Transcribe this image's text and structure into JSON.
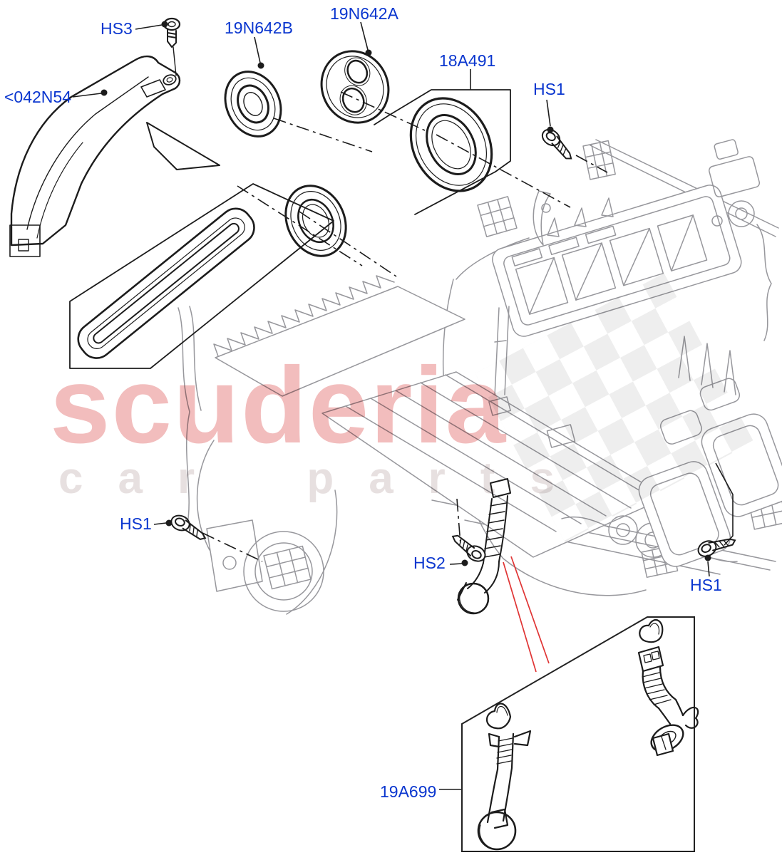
{
  "diagram": {
    "background": "#ffffff",
    "colors": {
      "part_code_blue": "#0a36cf",
      "outline_black": "#1c1c1c",
      "outline_gray": "#97979c",
      "pointer_red": "#e03434",
      "watermark_pink": "#f2bdbd",
      "watermark_gray": "#e7e0e0"
    },
    "watermark": {
      "primary": "scuderia",
      "secondary": "car parts"
    },
    "part_codes": [
      {
        "text": "HS3"
      },
      {
        "text": "<042N54"
      },
      {
        "text": "19N642B"
      },
      {
        "text": "19N642A"
      },
      {
        "text": "18A491"
      },
      {
        "text": "HS1"
      },
      {
        "text": "HS1"
      },
      {
        "text": "HS2"
      },
      {
        "text": "HS1"
      },
      {
        "text": "19A699"
      }
    ]
  }
}
